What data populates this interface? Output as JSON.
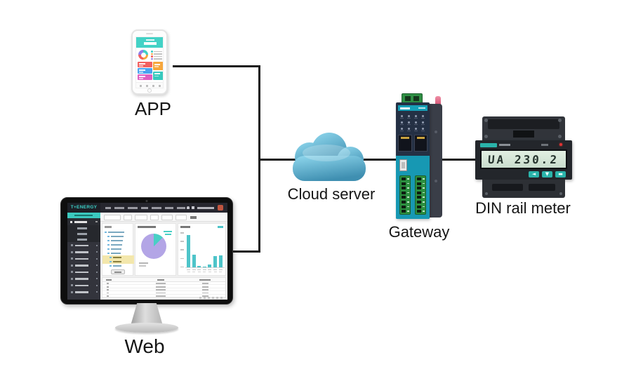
{
  "diagram": {
    "app_label": "APP",
    "cloud_label": "Cloud server",
    "gateway_label": "Gateway",
    "meter_label": "DIN rail meter",
    "web_label": "Web"
  },
  "meter": {
    "lcd_value": "UA 230.2",
    "buttons": [
      "◄",
      "▼",
      "▬"
    ]
  },
  "dashboard": {
    "logo_text": "T+ENERGY",
    "nav_item_widths": [
      8,
      14,
      14,
      10,
      14,
      12,
      12
    ],
    "filter_box_widths": [
      24,
      12,
      18,
      12,
      16,
      16
    ],
    "sidebar": {
      "active_items": 1,
      "sub_items": 3,
      "items": 8
    },
    "tree": {
      "rows": 9,
      "highlighted": [
        6,
        7
      ]
    },
    "pie_chart": {
      "type": "pie",
      "slices": [
        {
          "pct": 12.5,
          "color": "#49cfc5"
        },
        {
          "pct": 87.5,
          "color": "#b3a5e6"
        }
      ]
    },
    "bar_chart": {
      "type": "bar",
      "color": "#4ec4c9",
      "values_pct": [
        92,
        36,
        5,
        2,
        8,
        32,
        35
      ]
    },
    "table": {
      "cols": 3,
      "rows": 5
    }
  },
  "phone": {
    "header_color": "#43d2c6",
    "donut_colors": [
      "#3fd0c5",
      "#f7a73c",
      "#f2605f",
      "#8f7fe8"
    ],
    "tiles_left": [
      "#f2605f",
      "#4aa3f0",
      "#df5fc2"
    ],
    "tiles_right": [
      "#f7a73c",
      "#38c9be"
    ]
  },
  "colors": {
    "line": "#1a1a1a",
    "cloud_top": "#90d8ee",
    "cloud_bottom": "#3f8fb1",
    "gateway_teal": "#1798b3",
    "gateway_navy": "#243044",
    "terminal_green": "#2c9040",
    "lcd_bg": "#d9e8db",
    "accent_teal": "#2ab3aa"
  }
}
